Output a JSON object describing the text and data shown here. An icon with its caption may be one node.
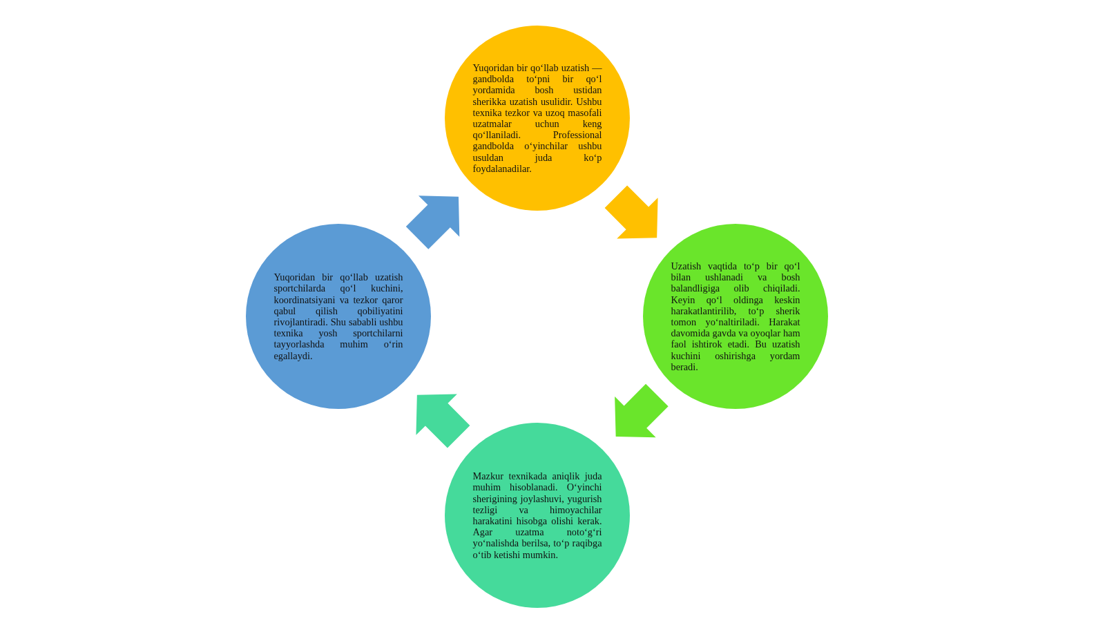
{
  "diagram": {
    "nodes": [
      {
        "text": [
          "Yuqoridan bir qo‘llab uzatish — gandbolda to‘pni bir qo‘l yordamida bosh ustidan sherikka uzatish usulidir. Ushbu texnika tezkor va uzoq masofali uzatmalar uchun keng qo‘llaniladi. Professional gandbolda o‘yinchilar ushbu usuldan juda ko‘p foydalanadilar."
        ]
      },
      {
        "text": [
          "Uzatish vaqtida to‘p bir qo‘l bilan ushlanadi va bosh balandligiga olib chiqiladi. Keyin qo‘l oldinga keskin harakatlantirilib, to‘p sherik tomon yo‘naltiriladi. Harakat davomida gavda va oyoqlar ham faol ishtirok etadi. Bu uzatish kuchini oshirishga yordam beradi."
        ]
      },
      {
        "text": [
          "Mazkur texnikada aniqlik juda muhim hisoblanadi. O‘yinchi sherigining joylashuvi, yugurish tezligi va himoyachilar harakatini hisobga olishi kerak. Agar uzatma noto‘g‘ri yo‘nalishda berilsa, to‘p raqibga o‘tib ketishi mumkin."
        ]
      },
      {
        "text": [
          "Yuqoridan bir qo‘llab uzatish sportchilarda qo‘l kuchini, koordinatsiyani va tezkor qaror qabul qilish qobiliyatini rivojlantiradi. Shu sababli ushbu texnika yosh sportchilarni tayyorlashda muhim o‘rin egallaydi."
        ]
      }
    ],
    "edges": [
      {
        "from": 0,
        "to": 1,
        "arrow": "to",
        "style": "thick",
        "color": "#ffc000"
      },
      {
        "from": 1,
        "to": 2,
        "arrow": "to",
        "style": "thick",
        "color": "#6ae52b"
      },
      {
        "from": 2,
        "to": 3,
        "arrow": "to",
        "style": "thick",
        "color": "#45da9b"
      },
      {
        "from": 3,
        "to": 0,
        "arrow": "to",
        "style": "thick",
        "color": "#5b9bd5"
      }
    ]
  }
}
